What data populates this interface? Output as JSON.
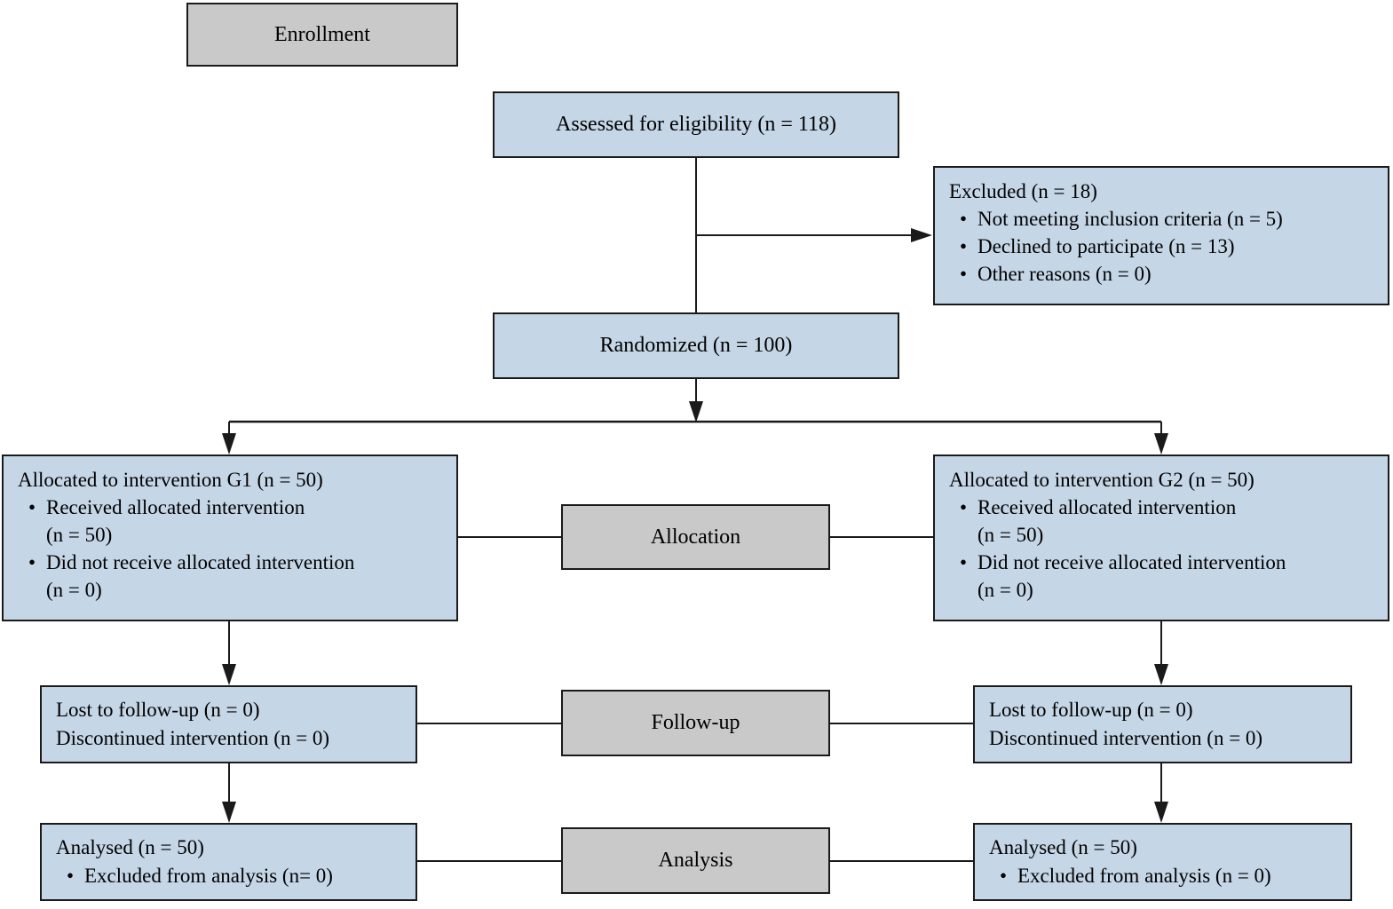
{
  "diagram": {
    "bullet_glyph": "•",
    "colors": {
      "box_fill": "#c5d6e6",
      "band_fill": "#c9c9c9",
      "border": "#1a1a1a"
    },
    "bands": {
      "enrollment": "Enrollment",
      "allocation": "Allocation",
      "followup": "Follow-up",
      "analysis": "Analysis"
    },
    "boxes": {
      "assessed": {
        "text": "Assessed for eligibility (n = 118)"
      },
      "excluded": {
        "title": "Excluded (n = 18)",
        "bullets": [
          "Not meeting inclusion criteria (n = 5)",
          "Declined to participate (n = 13)",
          "Other reasons (n = 0)"
        ]
      },
      "randomized": {
        "text": "Randomized (n = 100)"
      },
      "alloc_g1": {
        "title": "Allocated to intervention G1 (n = 50)",
        "bullets": [
          "Received allocated intervention\n(n = 50)",
          "Did not receive allocated intervention\n(n = 0)"
        ]
      },
      "alloc_g2": {
        "title": "Allocated to intervention G2 (n = 50)",
        "bullets": [
          "Received allocated intervention\n(n = 50)",
          "Did not receive allocated intervention\n(n = 0)"
        ]
      },
      "followup_g1": {
        "lines": [
          "Lost to follow-up (n = 0)",
          "Discontinued intervention (n = 0)"
        ]
      },
      "followup_g2": {
        "lines": [
          "Lost to follow-up (n = 0)",
          "Discontinued intervention (n = 0)"
        ]
      },
      "analysis_g1": {
        "title": "Analysed (n = 50)",
        "bullets": [
          "Excluded from analysis (n= 0)"
        ]
      },
      "analysis_g2": {
        "title": "Analysed (n = 50)",
        "bullets": [
          "Excluded from analysis (n = 0)"
        ]
      }
    }
  }
}
